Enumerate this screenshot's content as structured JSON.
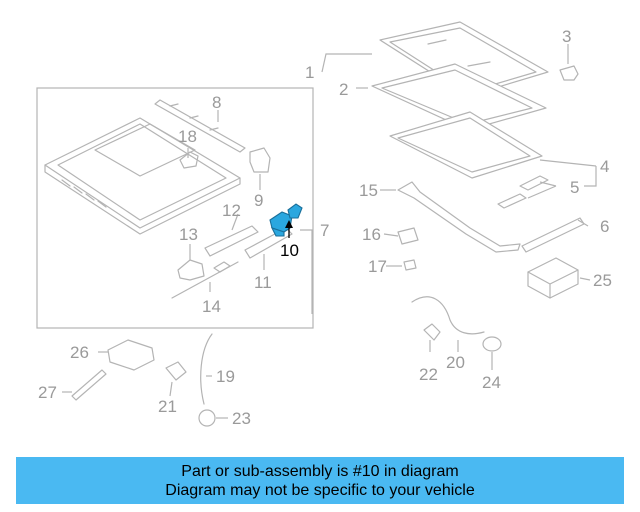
{
  "diagram": {
    "highlight_part": "10",
    "callouts": [
      {
        "id": "c1",
        "label": "1"
      },
      {
        "id": "c2",
        "label": "2"
      },
      {
        "id": "c3",
        "label": "3"
      },
      {
        "id": "c4",
        "label": "4"
      },
      {
        "id": "c5",
        "label": "5"
      },
      {
        "id": "c6",
        "label": "6"
      },
      {
        "id": "c7",
        "label": "7"
      },
      {
        "id": "c8",
        "label": "8"
      },
      {
        "id": "c9",
        "label": "9"
      },
      {
        "id": "c10",
        "label": "10"
      },
      {
        "id": "c11",
        "label": "11"
      },
      {
        "id": "c12",
        "label": "12"
      },
      {
        "id": "c13",
        "label": "13"
      },
      {
        "id": "c14",
        "label": "14"
      },
      {
        "id": "c15",
        "label": "15"
      },
      {
        "id": "c16",
        "label": "16"
      },
      {
        "id": "c17",
        "label": "17"
      },
      {
        "id": "c18",
        "label": "18"
      },
      {
        "id": "c19",
        "label": "19"
      },
      {
        "id": "c20",
        "label": "20"
      },
      {
        "id": "c21",
        "label": "21"
      },
      {
        "id": "c22",
        "label": "22"
      },
      {
        "id": "c23",
        "label": "23"
      },
      {
        "id": "c24",
        "label": "24"
      },
      {
        "id": "c25",
        "label": "25"
      },
      {
        "id": "c26",
        "label": "26"
      },
      {
        "id": "c27",
        "label": "27"
      }
    ]
  },
  "banner": {
    "line1": "Part or sub-assembly is #10 in diagram",
    "line2": "Diagram may not be specific to your vehicle",
    "background": "#4ab9f2"
  },
  "colors": {
    "line": "#b4b4b4",
    "label": "#9a9a9a",
    "highlight": "#2aa7df"
  }
}
